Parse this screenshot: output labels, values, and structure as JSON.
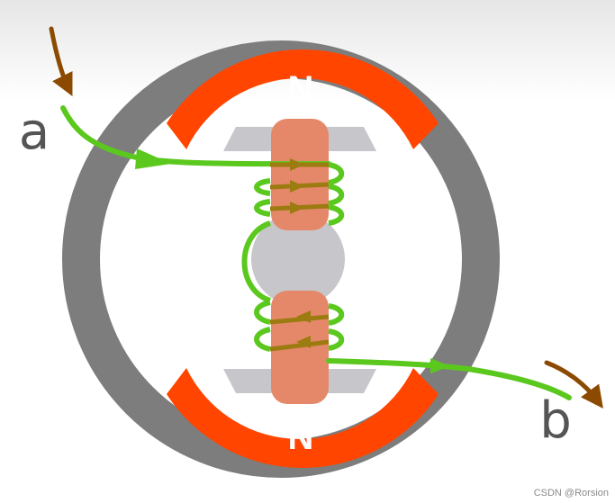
{
  "labels": {
    "terminal_a": "a",
    "terminal_b": "b",
    "pole_top": "N",
    "pole_bottom": "N"
  },
  "watermark": "CSDN @Rorsion",
  "colors": {
    "background_top": "#e6e6e6",
    "background": "#ffffff",
    "stator_ring": "#7d7d7d",
    "magnet": "#ff4500",
    "pole_text": "#ffffff",
    "rotor_core": "#c7c6cb",
    "rotor_arm": "#e5886a",
    "wire": "#5bc81e",
    "winding": "#9c7b10",
    "flow_arrow": "#8c4a00",
    "terminal_text": "#555555",
    "watermark_text": "#8a8a8a"
  }
}
